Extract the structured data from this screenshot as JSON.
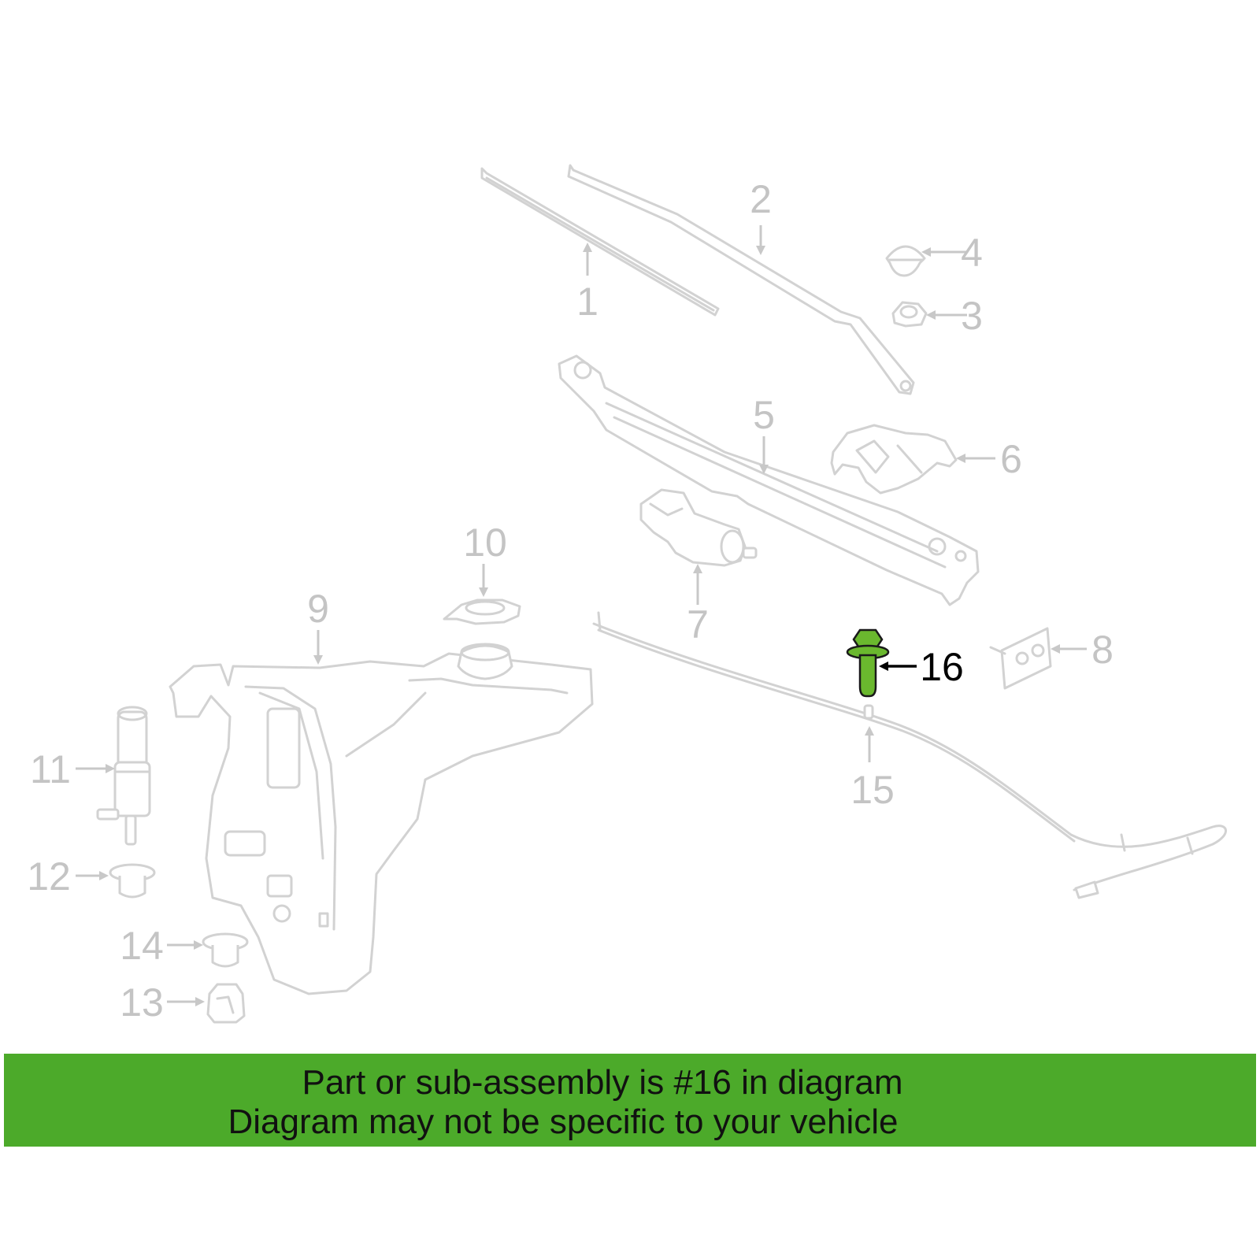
{
  "diagram": {
    "highlight_color": "#6ab82e",
    "callouts": [
      {
        "id": "1",
        "label": "1"
      },
      {
        "id": "2",
        "label": "2"
      },
      {
        "id": "3",
        "label": "3"
      },
      {
        "id": "4",
        "label": "4"
      },
      {
        "id": "5",
        "label": "5"
      },
      {
        "id": "6",
        "label": "6"
      },
      {
        "id": "7",
        "label": "7"
      },
      {
        "id": "8",
        "label": "8"
      },
      {
        "id": "9",
        "label": "9"
      },
      {
        "id": "10",
        "label": "10"
      },
      {
        "id": "11",
        "label": "11"
      },
      {
        "id": "12",
        "label": "12"
      },
      {
        "id": "13",
        "label": "13"
      },
      {
        "id": "14",
        "label": "14"
      },
      {
        "id": "15",
        "label": "15"
      },
      {
        "id": "16",
        "label": "16"
      }
    ]
  },
  "banner": {
    "color": "#4caa2a",
    "line1": "Part or sub-assembly is #16 in diagram",
    "line2": "Diagram may not be specific to your vehicle"
  }
}
